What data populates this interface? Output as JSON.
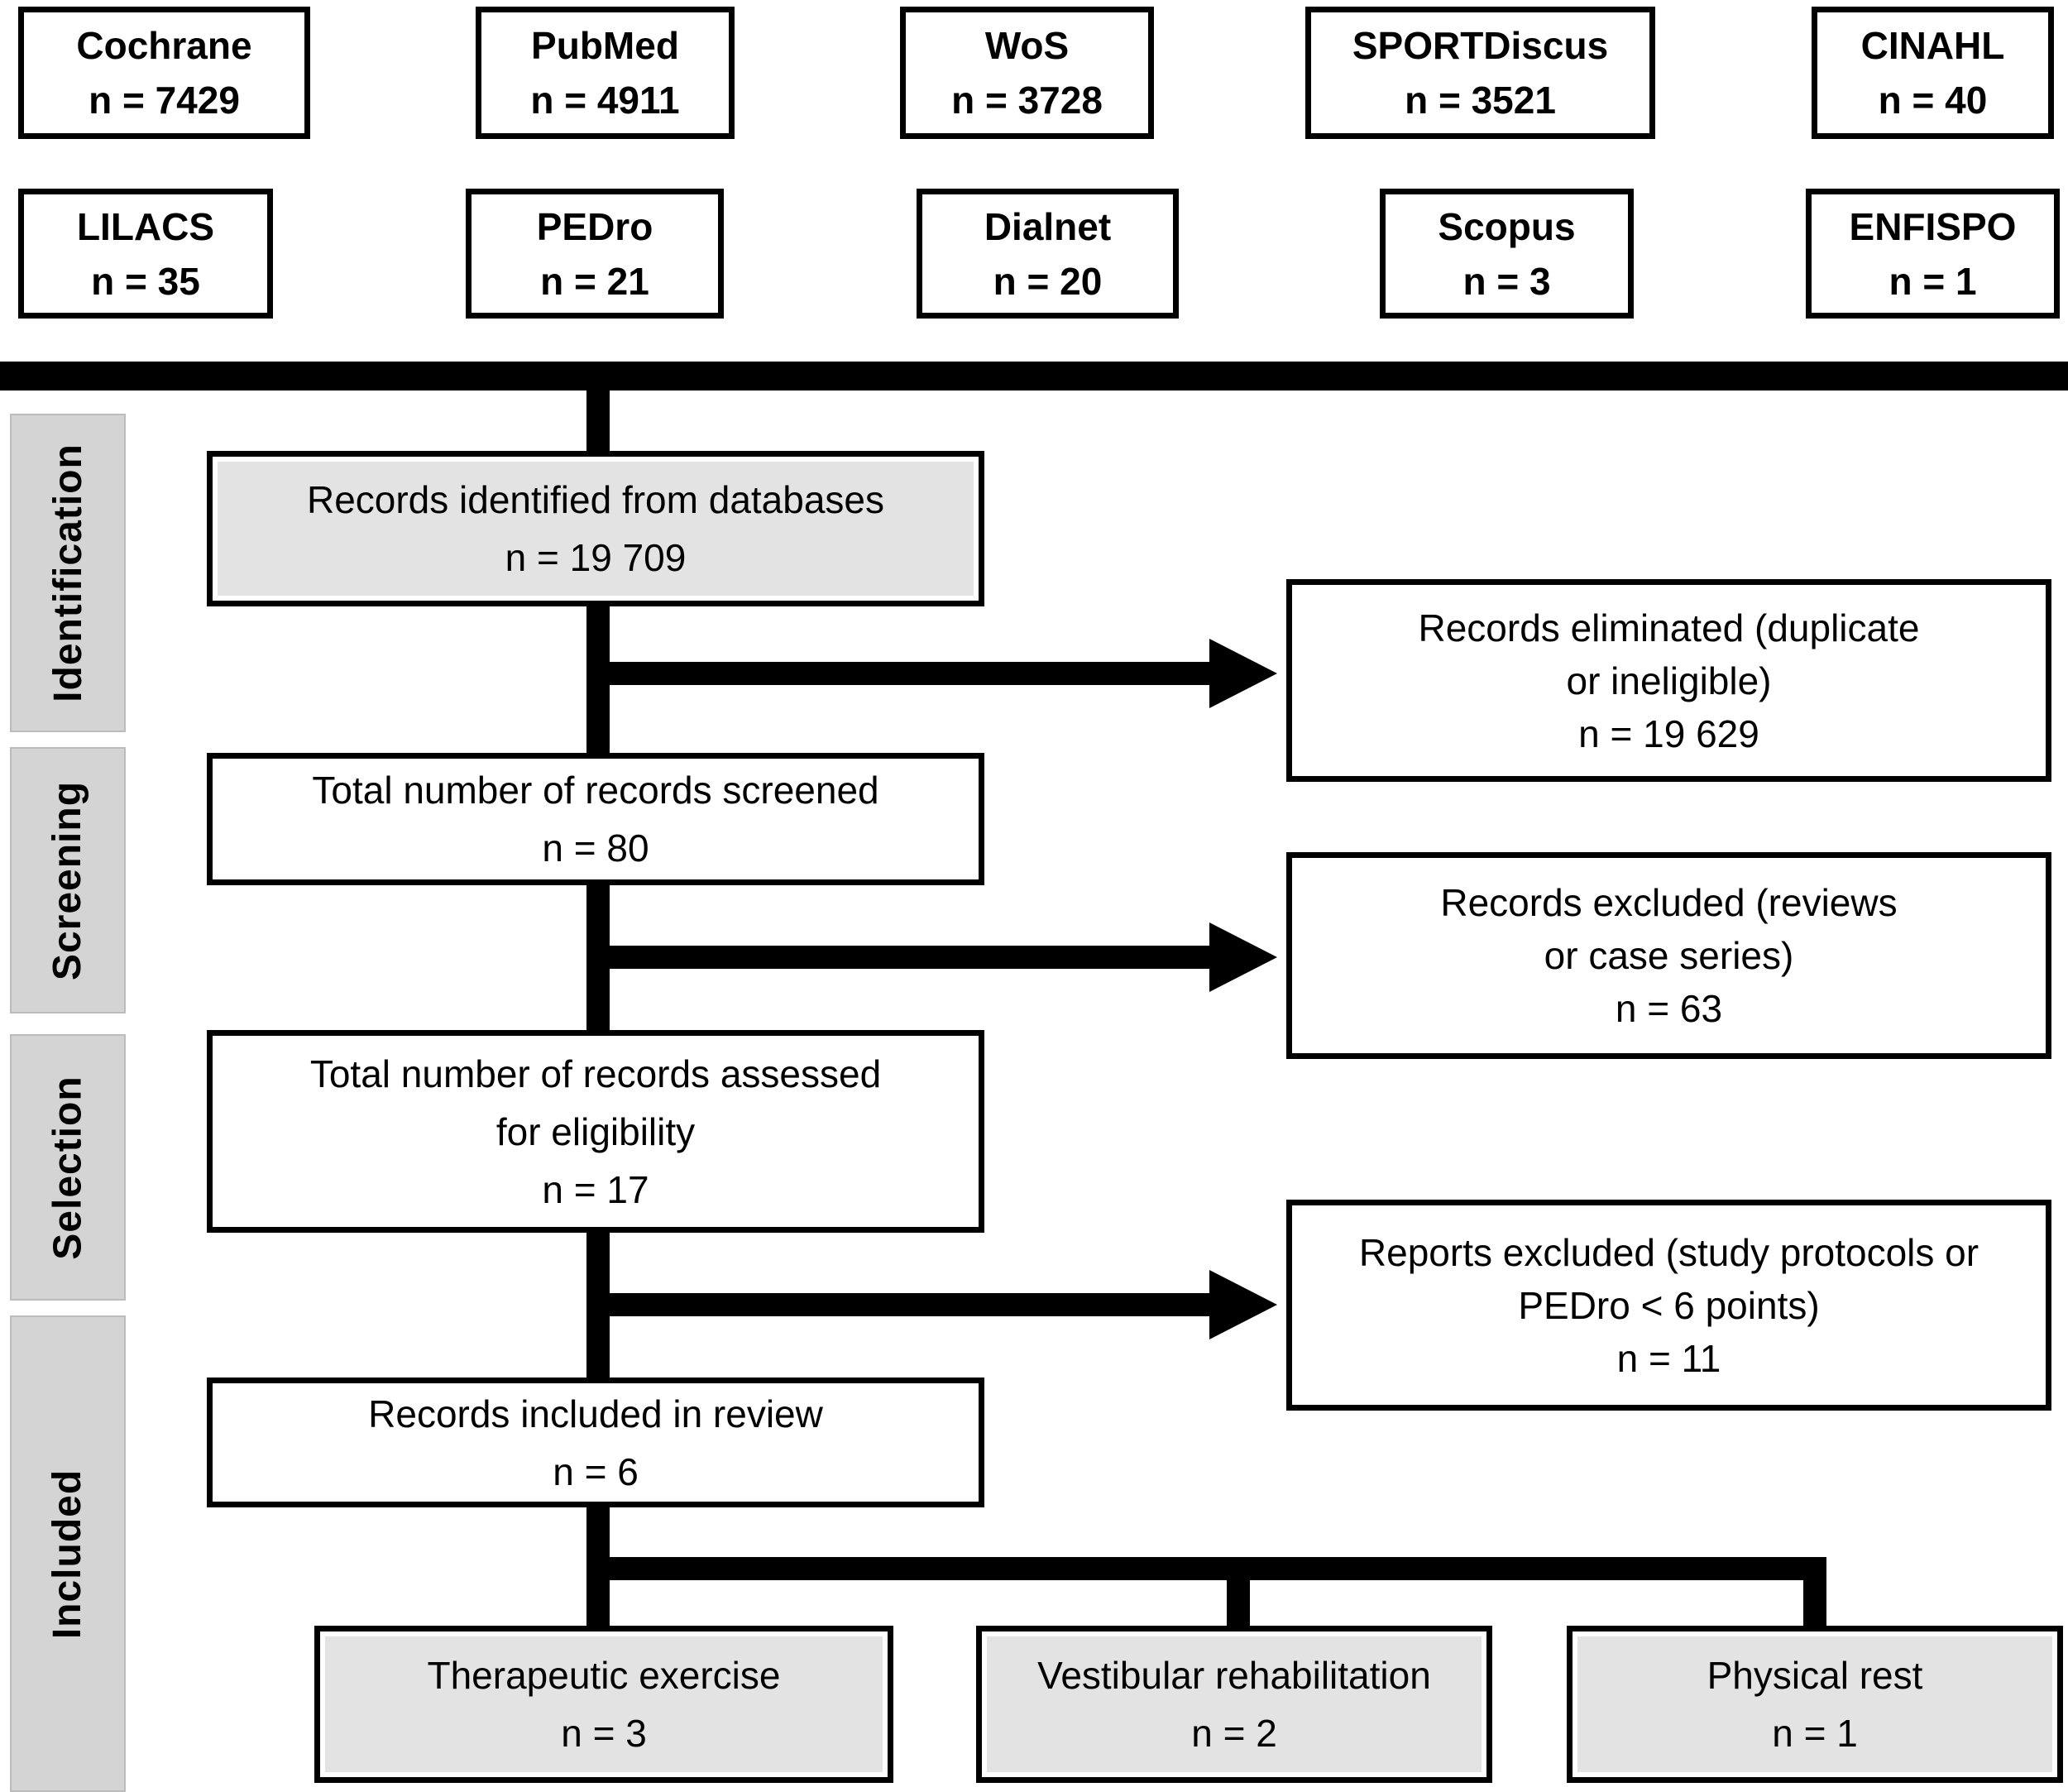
{
  "databases": [
    {
      "name": "Cochrane",
      "count": "n = 7429"
    },
    {
      "name": "PubMed",
      "count": "n = 4911"
    },
    {
      "name": "WoS",
      "count": "n = 3728"
    },
    {
      "name": "SPORTDiscus",
      "count": "n = 3521"
    },
    {
      "name": "CINAHL",
      "count": "n = 40"
    },
    {
      "name": "LILACS",
      "count": "n = 35"
    },
    {
      "name": "PEDro",
      "count": "n = 21"
    },
    {
      "name": "Dialnet",
      "count": "n = 20"
    },
    {
      "name": "Scopus",
      "count": "n = 3"
    },
    {
      "name": "ENFISPO",
      "count": "n = 1"
    }
  ],
  "stages": {
    "identification": "Identification",
    "screening": "Screening",
    "selection": "Selection",
    "included": "Included"
  },
  "flow": {
    "identified": {
      "line1": "Records identified from databases",
      "count": "n = 19 709"
    },
    "screened": {
      "line1": "Total number of records screened",
      "count": "n = 80"
    },
    "assessed": {
      "line1": "Total number of records assessed",
      "line2": "for eligibility",
      "count": "n = 17"
    },
    "included": {
      "line1": "Records included in review",
      "count": "n = 6"
    }
  },
  "exclusions": [
    {
      "line1": "Records eliminated (duplicate",
      "line2": "or ineligible)",
      "count": "n = 19 629"
    },
    {
      "line1": "Records excluded (reviews",
      "line2": "or case series)",
      "count": "n = 63"
    },
    {
      "line1": "Reports excluded (study protocols or",
      "line2": "PEDro < 6 points)",
      "count": "n = 11"
    }
  ],
  "outcomes": [
    {
      "label": "Therapeutic exercise",
      "count": "n = 3"
    },
    {
      "label": "Vestibular rehabilitation",
      "count": "n = 2"
    },
    {
      "label": "Physical rest",
      "count": "n = 1"
    }
  ],
  "colors": {
    "line": "#000000",
    "box_fill_gray": "#e3e3e3",
    "stage_fill": "#d4d4d4"
  }
}
